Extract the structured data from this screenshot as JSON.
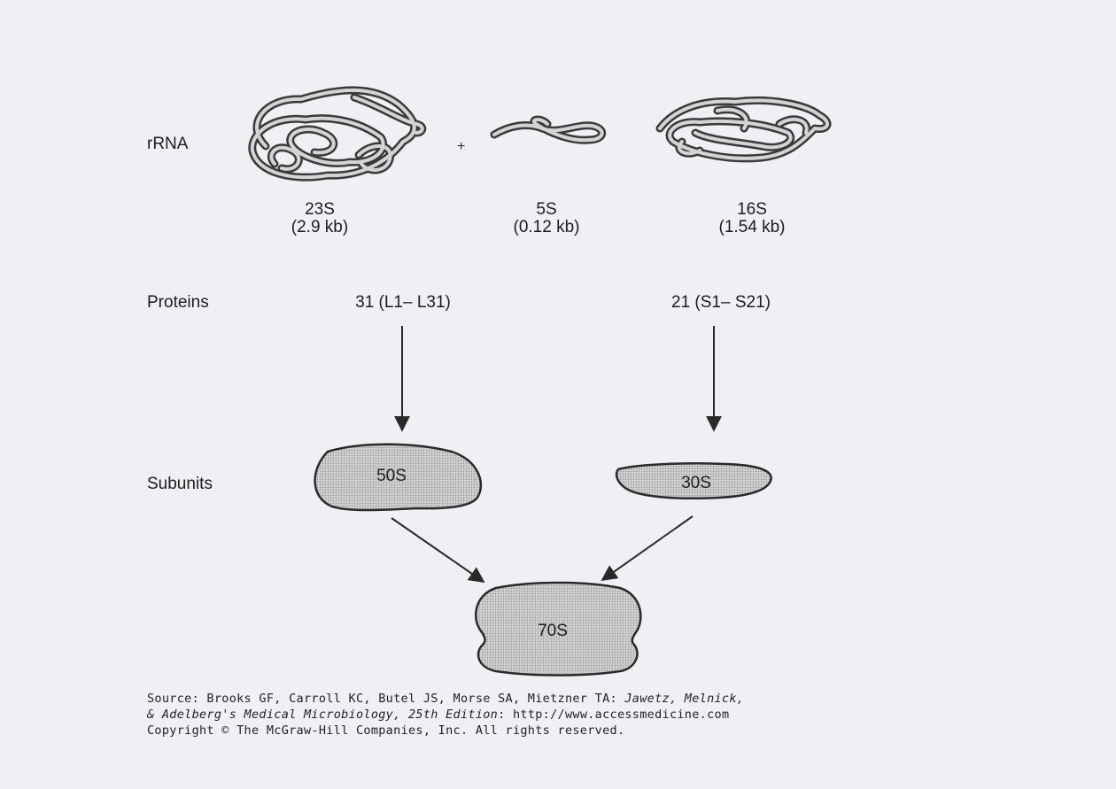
{
  "rows": {
    "rrna": "rRNA",
    "proteins": "Proteins",
    "subunits": "Subunits"
  },
  "plus": "+",
  "rrna_molecules": {
    "s23": {
      "name": "23S",
      "size": "(2.9 kb)"
    },
    "s5": {
      "name": "5S",
      "size": "(0.12 kb)"
    },
    "s16": {
      "name": "16S",
      "size": "(1.54 kb)"
    }
  },
  "proteins": {
    "large": "31 (L1– L31)",
    "small": "21 (S1– S21)"
  },
  "subunits": {
    "large": "50S",
    "small": "30S",
    "ribosome": "70S"
  },
  "source": {
    "line1_prefix": "Source: Brooks GF, Carroll KC, Butel JS, Morse SA, Mietzner TA: ",
    "line1_title": "Jawetz, Melnick,",
    "line2_title": "& Adelberg's Medical Microbiology, 25th Edition",
    "line2_suffix": ": http://www.accessmedicine.com",
    "copyright": "Copyright © The McGraw-Hill Companies, Inc. All rights reserved."
  },
  "colors": {
    "background": "#eef0f4",
    "subunit_fill": "#c8c8c8",
    "outline": "#2a2a2a"
  }
}
